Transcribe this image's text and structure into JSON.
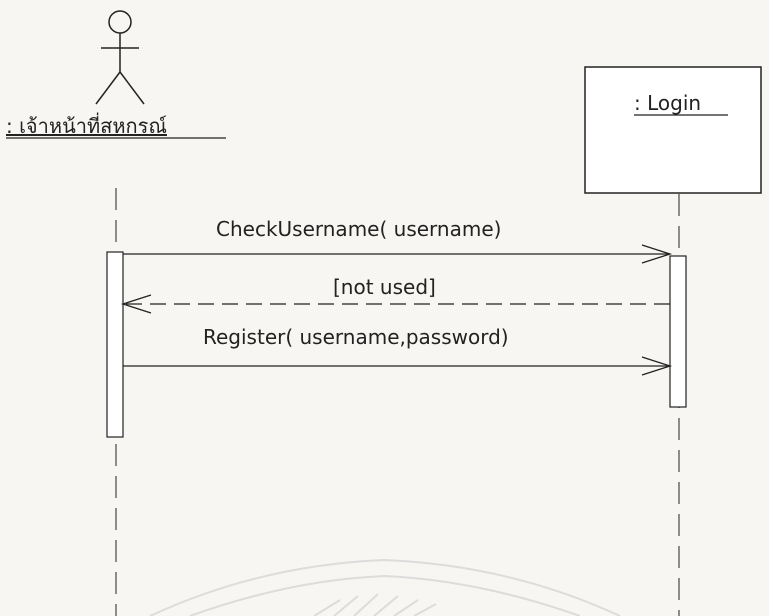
{
  "diagram": {
    "type": "uml-sequence",
    "actor": {
      "label": ": เจ้าหน้าที่สหกรณ์"
    },
    "object": {
      "label": ": Login"
    },
    "messages": [
      {
        "label": "CheckUsername( username)",
        "from": "actor",
        "to": "object",
        "style": "solid"
      },
      {
        "label": "[not used]",
        "from": "object",
        "to": "actor",
        "style": "dashed"
      },
      {
        "label": "Register( username,password)",
        "from": "actor",
        "to": "object",
        "style": "solid"
      }
    ],
    "colors": {
      "background": "#f7f6f2",
      "line": "#222222",
      "watermark": "#dcdcdc"
    }
  }
}
